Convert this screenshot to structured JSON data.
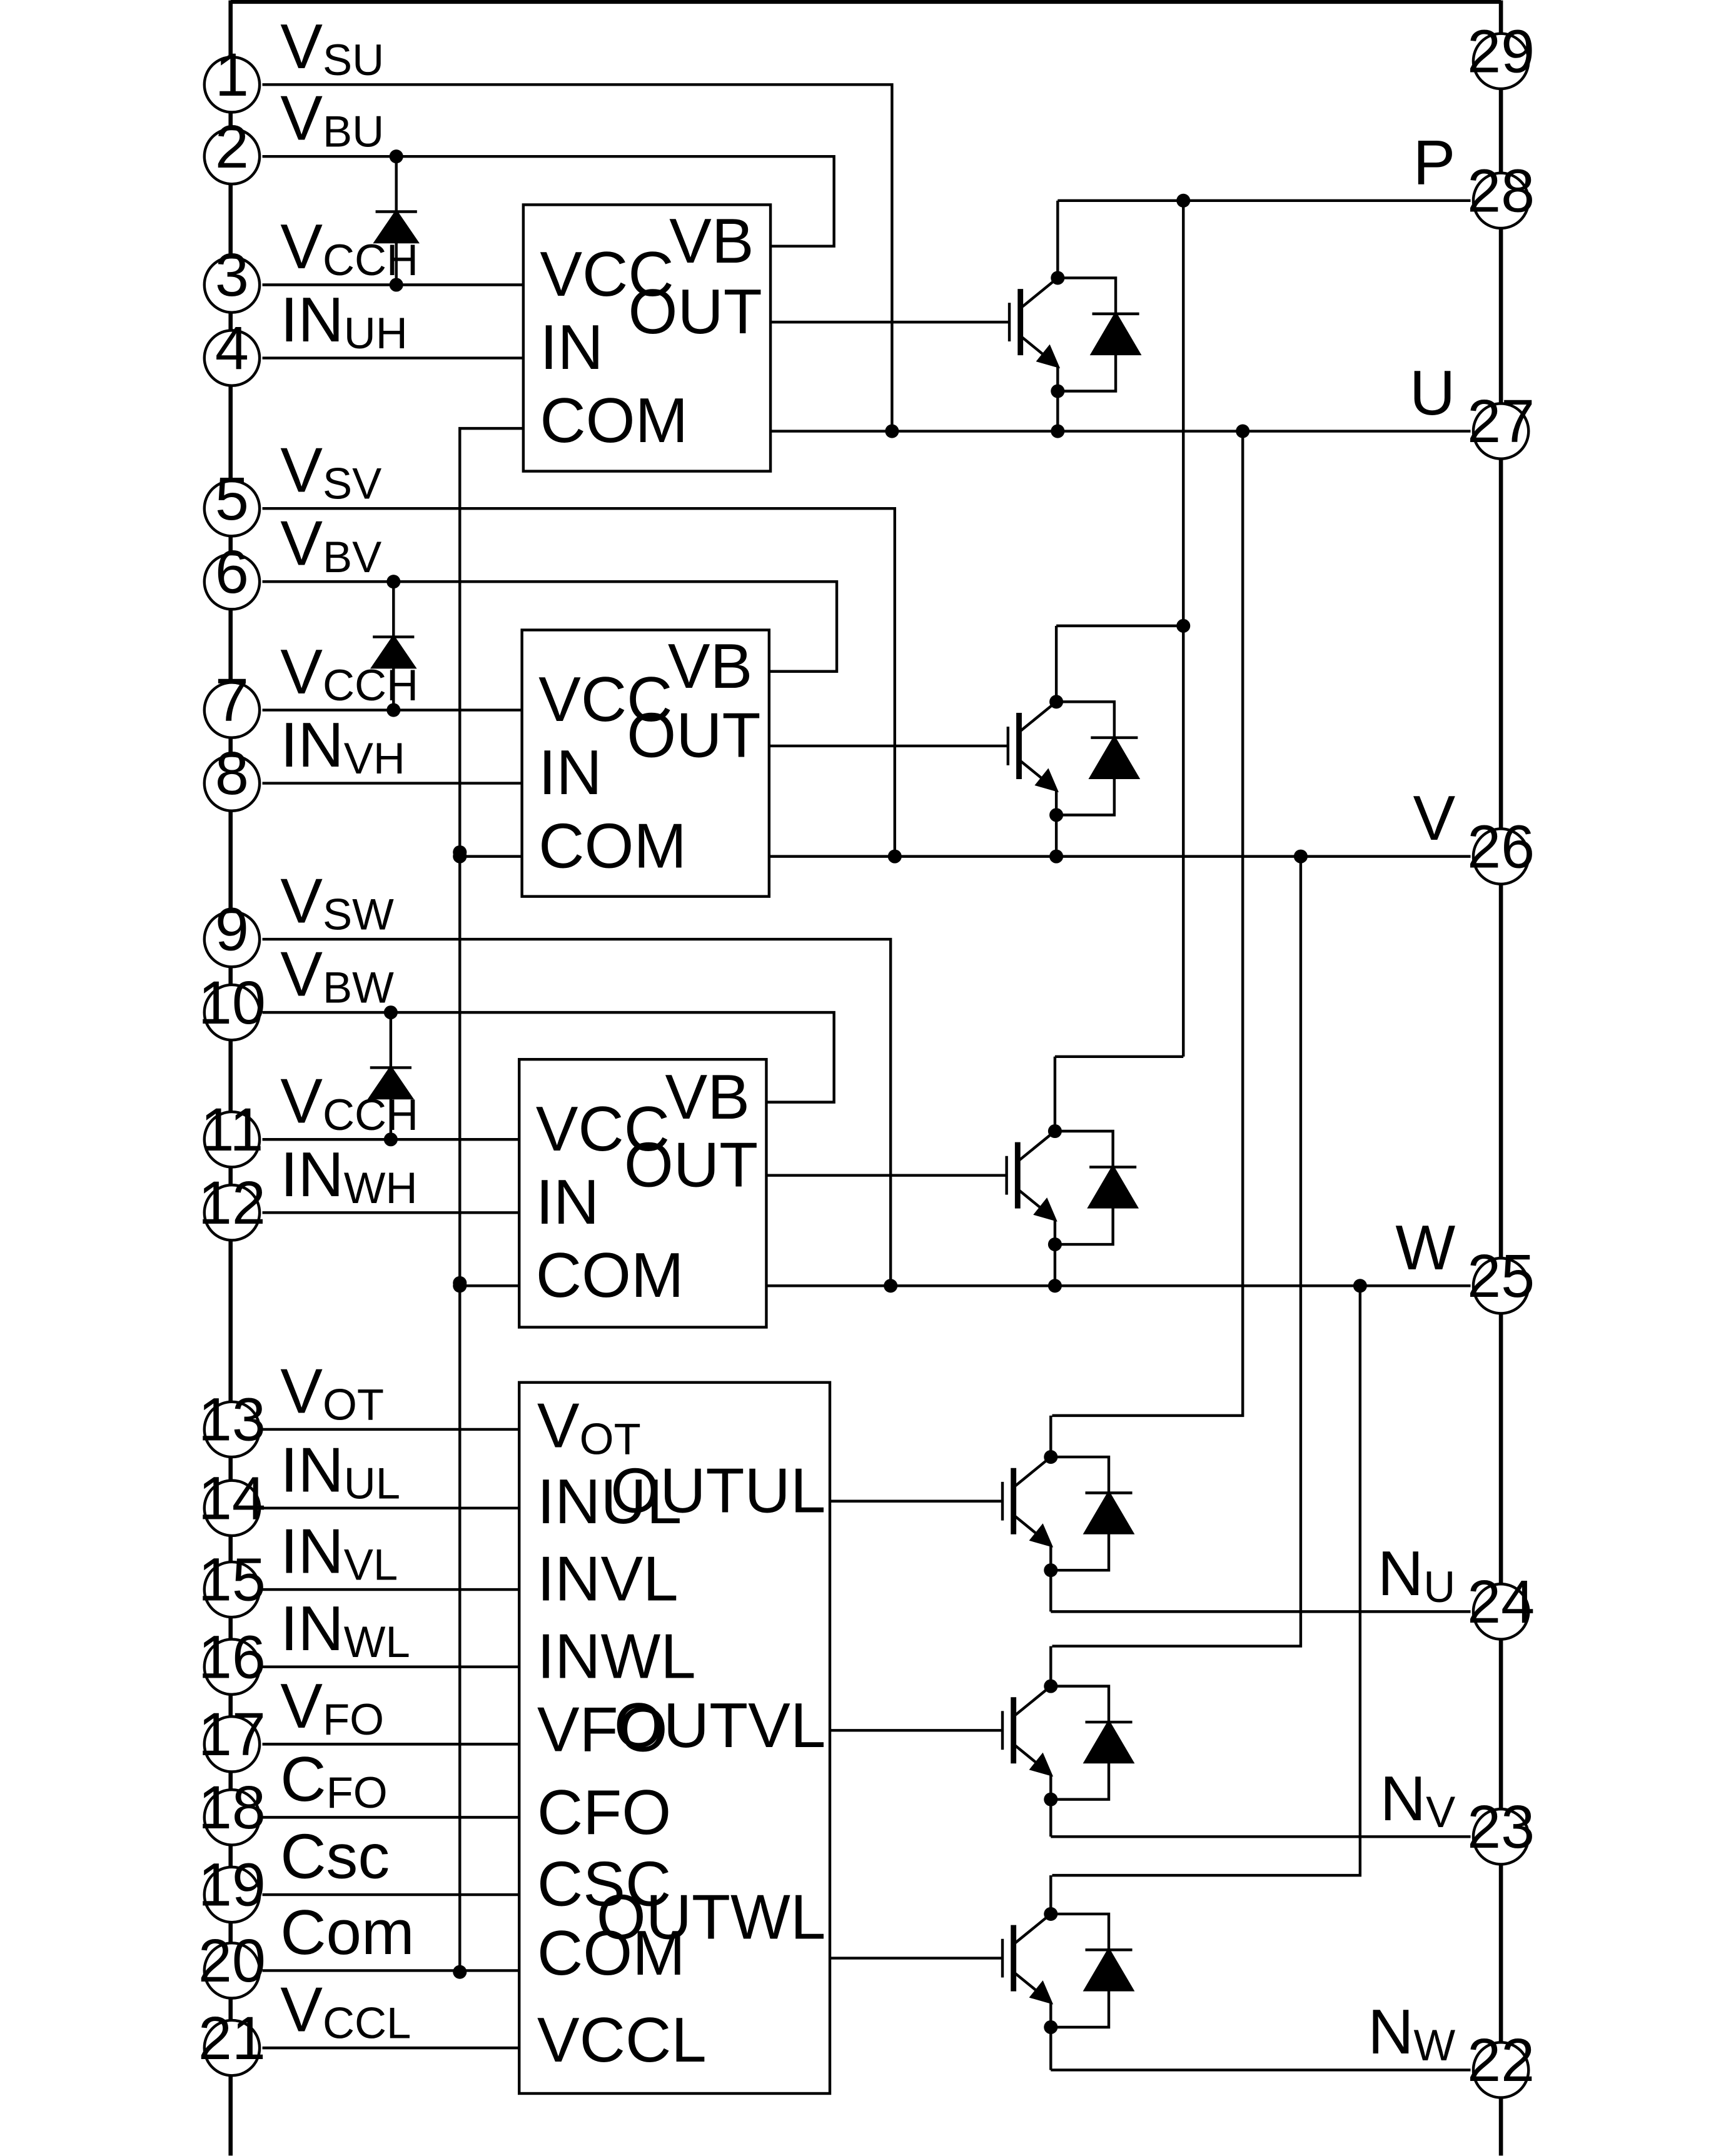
{
  "left_pins": [
    {
      "num": "1",
      "base": "V",
      "sub": "SU"
    },
    {
      "num": "2",
      "base": "V",
      "sub": "BU"
    },
    {
      "num": "3",
      "base": "V",
      "sub": "CCH"
    },
    {
      "num": "4",
      "base": "IN",
      "sub": "UH"
    },
    {
      "num": "5",
      "base": "V",
      "sub": "SV"
    },
    {
      "num": "6",
      "base": "V",
      "sub": "BV"
    },
    {
      "num": "7",
      "base": "V",
      "sub": "CCH"
    },
    {
      "num": "8",
      "base": "IN",
      "sub": "VH"
    },
    {
      "num": "9",
      "base": "V",
      "sub": "SW"
    },
    {
      "num": "10",
      "base": "V",
      "sub": "BW"
    },
    {
      "num": "11",
      "base": "V",
      "sub": "CCH"
    },
    {
      "num": "12",
      "base": "IN",
      "sub": "WH"
    },
    {
      "num": "13",
      "base": "V",
      "sub": "OT"
    },
    {
      "num": "14",
      "base": "IN",
      "sub": "UL"
    },
    {
      "num": "15",
      "base": "IN",
      "sub": "VL"
    },
    {
      "num": "16",
      "base": "IN",
      "sub": "WL"
    },
    {
      "num": "17",
      "base": "V",
      "sub": "FO"
    },
    {
      "num": "18",
      "base": "C",
      "sub": "FO"
    },
    {
      "num": "19",
      "base": "Csc",
      "sub": ""
    },
    {
      "num": "20",
      "base": "Com",
      "sub": ""
    },
    {
      "num": "21",
      "base": "V",
      "sub": "CCL"
    }
  ],
  "right_pins": [
    {
      "num": "29",
      "base": "",
      "sub": ""
    },
    {
      "num": "28",
      "base": "P",
      "sub": ""
    },
    {
      "num": "27",
      "base": "U",
      "sub": ""
    },
    {
      "num": "26",
      "base": "V",
      "sub": ""
    },
    {
      "num": "25",
      "base": "W",
      "sub": ""
    },
    {
      "num": "24",
      "base": "N",
      "sub": "U"
    },
    {
      "num": "23",
      "base": "N",
      "sub": "V"
    },
    {
      "num": "22",
      "base": "N",
      "sub": "W"
    }
  ],
  "high_side_driver_pins": [
    "VCC",
    "IN",
    "COM",
    "VB",
    "OUT"
  ],
  "low_side_driver": {
    "left_pins": [
      {
        "base": "V",
        "sub": "OT"
      },
      {
        "base": "INUL",
        "sub": ""
      },
      {
        "base": "INVL",
        "sub": ""
      },
      {
        "base": "INWL",
        "sub": ""
      },
      {
        "base": "VFO",
        "sub": ""
      },
      {
        "base": "CFO",
        "sub": ""
      },
      {
        "base": "CSC",
        "sub": ""
      },
      {
        "base": "COM",
        "sub": ""
      },
      {
        "base": "VCCL",
        "sub": ""
      }
    ],
    "right_pins": [
      "OUTUL",
      "OUTVL",
      "OUTWL"
    ]
  }
}
